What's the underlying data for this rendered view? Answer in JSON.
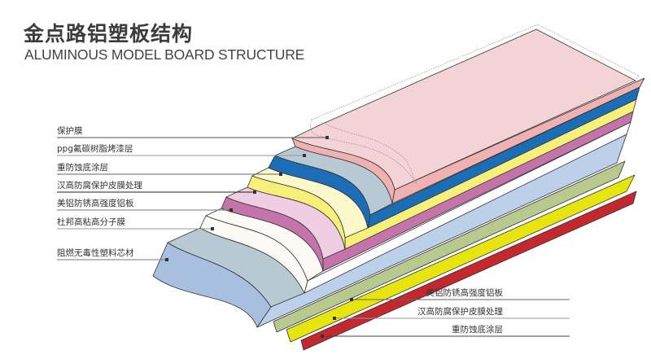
{
  "header": {
    "title_cn": "金点路铝塑板结构",
    "title_en": "ALUMINOUS MODEL BOARD STRUCTURE"
  },
  "layers_left": [
    {
      "label": "保护膜",
      "color": "#f3d3d6"
    },
    {
      "label": "ppg氟碳树脂烤漆层",
      "color": "#f0b1b3"
    },
    {
      "label": "重防蚀底涂层",
      "color": "#1b6db5"
    },
    {
      "label": "汉高防腐保护皮膜处理",
      "color": "#f6f07a"
    },
    {
      "label": "美铝防锈高强度铝板",
      "color": "#c474ab"
    },
    {
      "label": "杜邦高粘高分子膜",
      "color": "#fbfaf4"
    },
    {
      "label": "阻燃无毒性塑料芯材",
      "color": "#a9bfdf"
    }
  ],
  "layers_right": [
    {
      "label": "美铝防锈高强度铝板",
      "color": "#b7c98c"
    },
    {
      "label": "汉高防腐保护皮膜处理",
      "color": "#e6e510"
    },
    {
      "label": "重防蚀底涂层",
      "color": "#c3282f"
    }
  ]
}
